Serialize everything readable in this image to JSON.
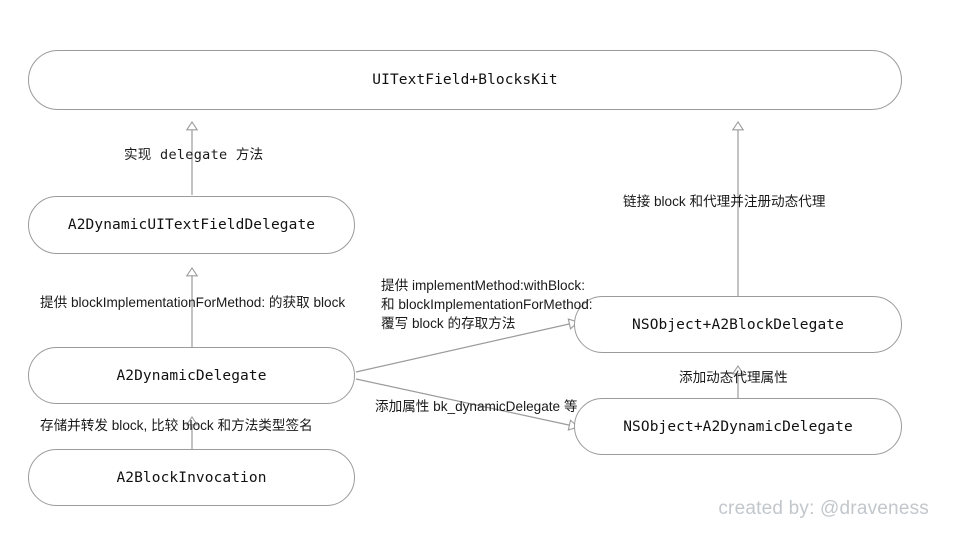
{
  "diagram": {
    "type": "flow-diagram",
    "title_node": "UITextField+BlocksKit",
    "background_color": "#ffffff",
    "node_stroke_color": "#9b9b9b",
    "edge_color": "#9b9b9b",
    "text_color": "#111111",
    "watermark_color": "#c2c7cc",
    "nodes": [
      {
        "id": "uitextfield",
        "label": "UITextField+BlocksKit"
      },
      {
        "id": "a2dynamicuitextfield",
        "label": "A2DynamicUITextFieldDelegate"
      },
      {
        "id": "a2dynamicdelegate",
        "label": "A2DynamicDelegate"
      },
      {
        "id": "a2blockinvocation",
        "label": "A2BlockInvocation"
      },
      {
        "id": "nsobject_a2block",
        "label": "NSObject+A2BlockDelegate"
      },
      {
        "id": "nsobject_a2dynamic",
        "label": "NSObject+A2DynamicDelegate"
      }
    ],
    "edges": [
      {
        "id": "e1",
        "from": "a2dynamicuitextfield",
        "to": "uitextfield",
        "label": "实现 delegate 方法"
      },
      {
        "id": "e2",
        "from": "a2dynamicdelegate",
        "to": "a2dynamicuitextfield",
        "label": "提供 blockImplementationForMethod: 的获取 block"
      },
      {
        "id": "e3",
        "from": "a2blockinvocation",
        "to": "a2dynamicdelegate",
        "label": "存储并转发 block, 比较 block 和方法类型签名"
      },
      {
        "id": "e4",
        "from": "nsobject_a2block",
        "to": "uitextfield",
        "label": "链接 block 和代理并注册动态代理"
      },
      {
        "id": "e5",
        "from": "a2dynamicdelegate",
        "to": "nsobject_a2block",
        "label": "提供 implementMethod:withBlock: 和 blockImplementationForMethod: 覆写 block 的存取方法"
      },
      {
        "id": "e6",
        "from": "a2dynamicdelegate",
        "to": "nsobject_a2dynamic",
        "label": "添加属性 bk_dynamicDelegate 等"
      },
      {
        "id": "e7",
        "from": "nsobject_a2dynamic",
        "to": "nsobject_a2block",
        "label": "添加动态代理属性"
      }
    ],
    "watermark": "created by: @draveness"
  }
}
